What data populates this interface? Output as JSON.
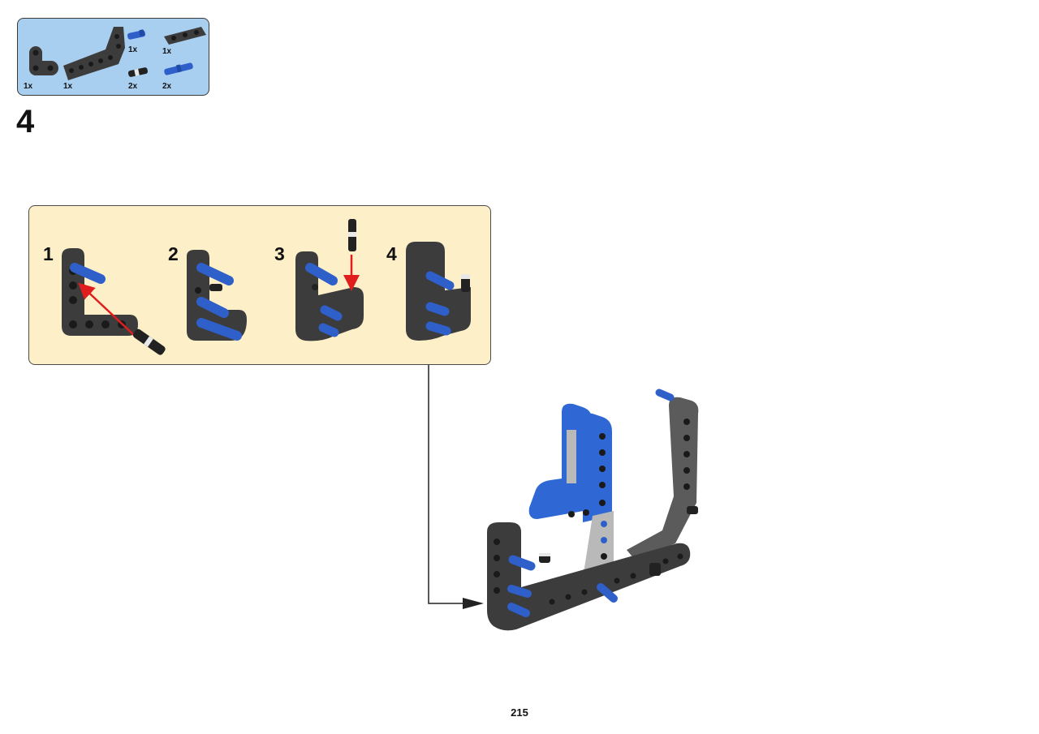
{
  "parts_list": {
    "items": [
      {
        "icon": "l-beam-2x2-icon",
        "qty": "1x"
      },
      {
        "icon": "l-beam-3x5-icon",
        "qty": "1x"
      },
      {
        "icon": "axle-pin-blue-short-icon",
        "qty": "1x"
      },
      {
        "icon": "pin-black-icon",
        "qty": "2x"
      },
      {
        "icon": "beam-3-icon",
        "qty": "1x"
      },
      {
        "icon": "axle-pin-blue-long-icon",
        "qty": "2x"
      }
    ]
  },
  "step": {
    "number": "4"
  },
  "sub_steps": [
    {
      "number": "1"
    },
    {
      "number": "2"
    },
    {
      "number": "3"
    },
    {
      "number": "4"
    }
  ],
  "colors": {
    "parts_panel_bg": "#a9cff0",
    "sub_panel_bg": "#fdefc7",
    "beam_dark": "#3c3c3c",
    "pin_blue": "#2f5fc8",
    "arrow_red": "#e01e1e",
    "light_gray": "#b9b9b9",
    "beam_blue": "#2f68d4"
  },
  "page": {
    "number": "215"
  }
}
